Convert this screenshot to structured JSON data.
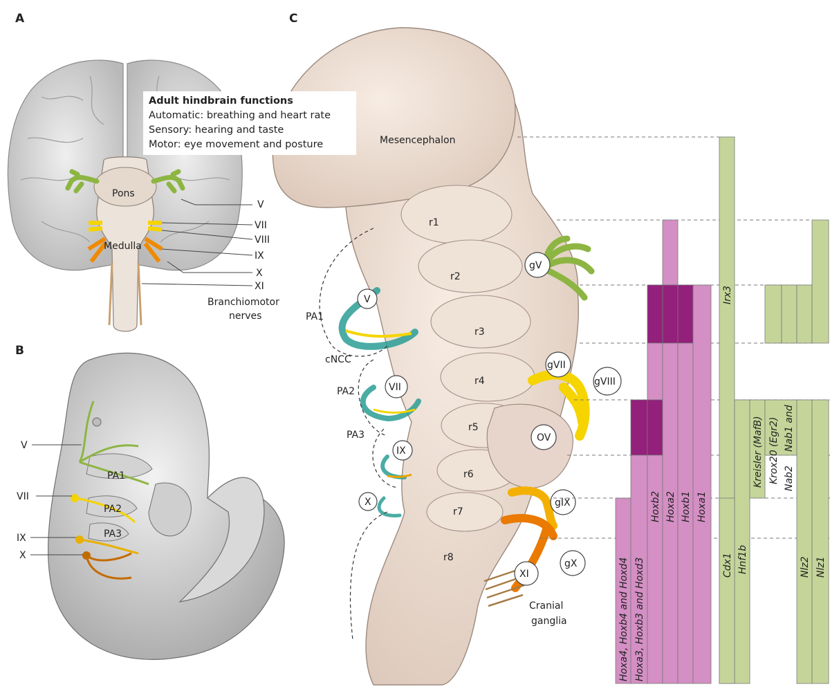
{
  "panels": {
    "a": "A",
    "b": "B",
    "c": "C"
  },
  "panel_a": {
    "box_title": "Adult hindbrain functions",
    "box_lines": [
      "Automatic: breathing and heart rate",
      "Sensory: hearing and taste",
      "Motor: eye movement and posture"
    ],
    "region_labels": {
      "pons": "Pons",
      "medulla": "Medulla"
    },
    "nerve_labels": [
      "V",
      "VII",
      "VIII",
      "IX",
      "X",
      "XI"
    ],
    "caption_line1": "Branchiomotor",
    "caption_line2": "nerves"
  },
  "panel_b": {
    "nerve_labels": [
      "V",
      "VII",
      "IX",
      "X"
    ],
    "arch_labels": [
      "PA1",
      "PA2",
      "PA3"
    ]
  },
  "panel_c": {
    "mesencephalon": "Mesencephalon",
    "rhombomeres": [
      "r1",
      "r2",
      "r3",
      "r4",
      "r5",
      "r6",
      "r7",
      "r8"
    ],
    "arches": [
      "PA1",
      "PA2",
      "PA3"
    ],
    "cncc": "cNCC",
    "stream_nerves": [
      "V",
      "VII",
      "IX",
      "X"
    ],
    "ganglia": [
      "gV",
      "gVII",
      "gVIII",
      "gIX",
      "gX",
      "XI"
    ],
    "otic_vesicle": "OV",
    "cranial_ganglia_line1": "Cranial",
    "cranial_ganglia_line2": "ganglia"
  },
  "gene_columns": {
    "hox_labels": [
      "Hoxa4, Hoxb4 and Hoxd4",
      "Hoxa3, Hoxb3 and Hoxd3",
      "Hoxb2",
      "Hoxa2",
      "Hoxb1",
      "Hoxa1"
    ],
    "green_labels": {
      "irx3": "Irx3",
      "kreisler": "Kreisler (MafB)",
      "krox20": "Krox20 (Egr2)",
      "nab_line1": "Nab1 and",
      "nab_line2": "Nab2",
      "cdx1": "Cdx1",
      "hnf1b": "Hnf1b",
      "nlz2": "Nlz2",
      "nlz1": "Nlz1"
    }
  },
  "colors": {
    "hox_light": "#d48fc4",
    "hox_dark": "#93207b",
    "gene_green": "#c5d59a",
    "brain_tissue": "#eedfd3",
    "nerve_green": "#8db542",
    "nerve_yellow": "#f5d400",
    "nerve_orange": "#f08a00",
    "ncc_teal": "#2a9d95"
  }
}
